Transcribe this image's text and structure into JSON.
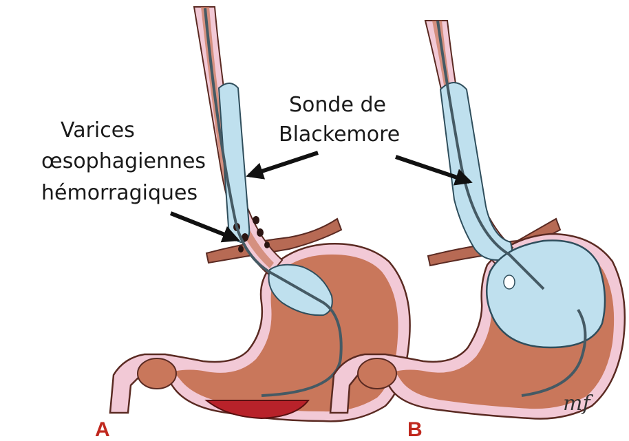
{
  "labels": {
    "sonde_line1": "Sonde de",
    "sonde_line2": "Blackemore",
    "varices_line1": "Varices",
    "varices_line2": "œsophagiennes",
    "varices_line3": "hémorragiques"
  },
  "panels": {
    "a": "A",
    "b": "B"
  },
  "signature": "mf",
  "colors": {
    "tissue": "#c9775b",
    "wall": "#f2c9d6",
    "wall_stroke": "#5a2a22",
    "balloon": "#bfe0ee",
    "blood": "#b8222a",
    "arrow": "#111111",
    "panel_letter": "#c0281e"
  }
}
